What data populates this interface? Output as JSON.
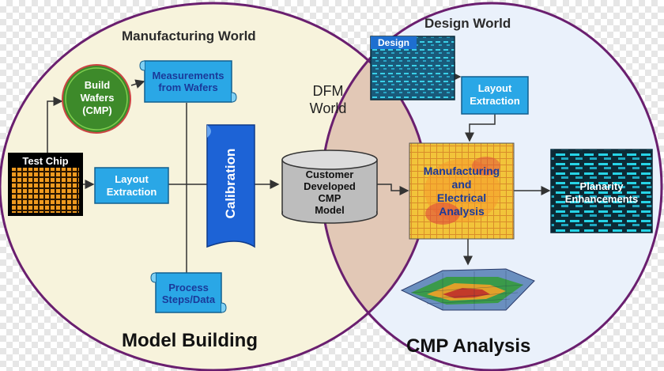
{
  "titles": {
    "manufacturing_world": "Manufacturing World",
    "design_world": "Design World",
    "dfm_world_line1": "DFM",
    "dfm_world_line2": "World",
    "model_building": "Model Building",
    "cmp_analysis": "CMP Analysis"
  },
  "nodes": {
    "build_wafers": [
      "Build",
      "Wafers",
      "(CMP)"
    ],
    "measurements": [
      "Measurements",
      "from Wafers"
    ],
    "test_chip": "Test Chip",
    "layout_extraction_left": [
      "Layout",
      "Extraction"
    ],
    "calibration": "Calibration",
    "process_steps": [
      "Process",
      "Steps/Data"
    ],
    "cmp_model": [
      "Customer",
      "Developed",
      "CMP",
      "Model"
    ],
    "design": "Design",
    "layout_extraction_right": [
      "Layout",
      "Extraction"
    ],
    "manufacturing_analysis": [
      "Manufacturing",
      "and",
      "Electrical",
      "Analysis"
    ],
    "planarity": [
      "Planarity",
      "Enhancements"
    ]
  },
  "colors": {
    "circle_border": "#6a1f6f",
    "left_fill": "#f7f3dc",
    "right_fill": "#eaf1fb",
    "overlap_fill": "#e2c8b6",
    "box_blue": "#2aa7e6",
    "calibration_blue": "#1d63d6",
    "wafer_green": "#3d8a2a",
    "text_dark_blue": "#1a3a9a"
  }
}
